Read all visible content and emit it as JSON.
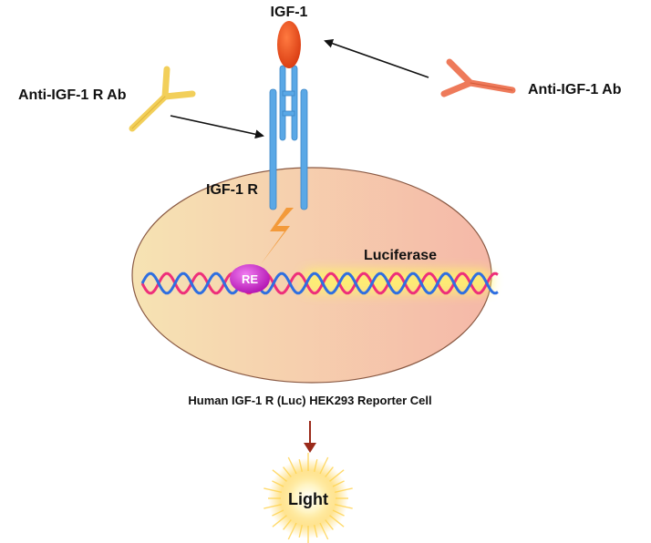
{
  "labels": {
    "ligand": "IGF-1",
    "anti_receptor_ab": "Anti-IGF-1 R Ab",
    "anti_ligand_ab": "Anti-IGF-1 Ab",
    "receptor": "IGF-1 R",
    "response_element": "RE",
    "reporter_gene": "Luciferase",
    "cell_caption": "Human IGF-1 R (Luc) HEK293 Reporter Cell",
    "output": "Light"
  },
  "colors": {
    "ligand": "#e8501a",
    "receptor": "#5aa8e6",
    "anti_receptor_ab": "#f2cf5a",
    "anti_ligand_ab": "#ee7a5a",
    "cell_fill_left": "#f6e3b3",
    "cell_fill_right": "#f5b8a8",
    "cell_outline": "#8a5a44",
    "dna_pink": "#ee2f7a",
    "dna_blue": "#2f6fe0",
    "luciferase_glow": "#fff36a",
    "re_node": "#d81ad8",
    "signal_bolt": "#f39a3a",
    "output_arrow": "#9a2a1a",
    "light_glow": "#ffd24a"
  }
}
